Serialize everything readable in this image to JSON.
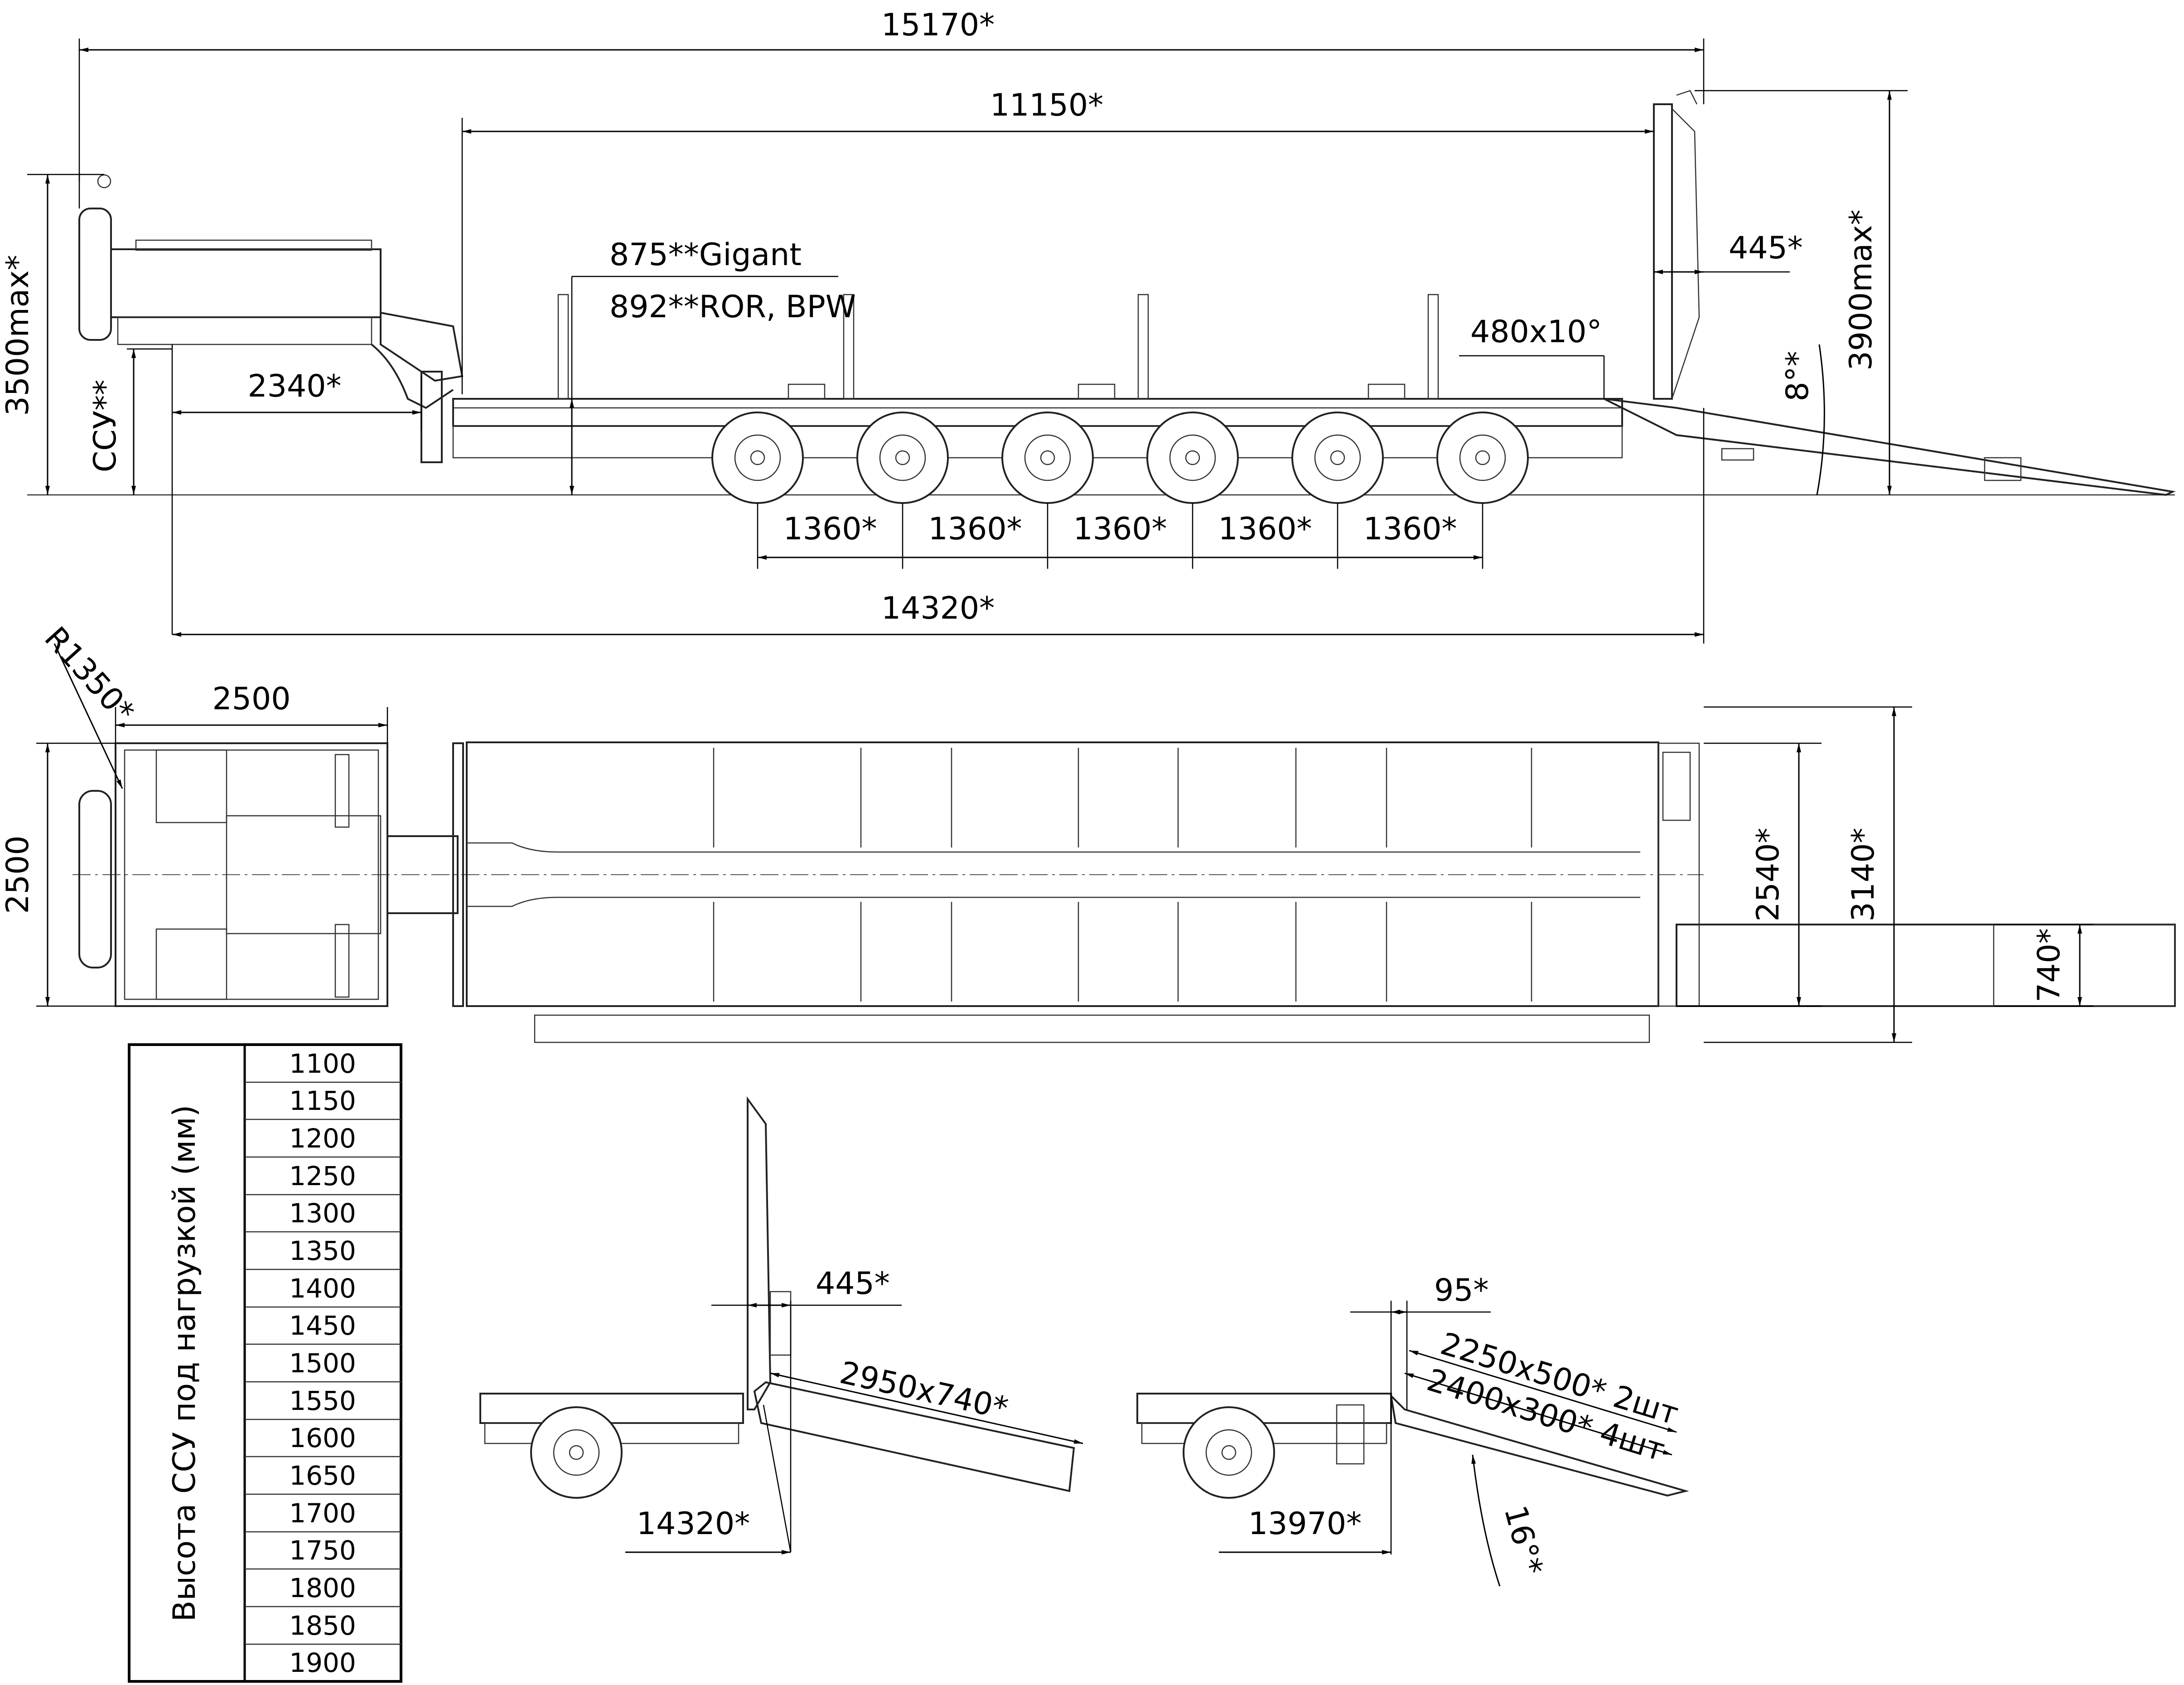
{
  "dimensions": {
    "side_view": {
      "overall_length": "15170*",
      "platform_length": "11150*",
      "kingpin_offset": "2340*",
      "max_height": "3500max*",
      "ssu_label": "ССУ**",
      "deck_height_gigant": "875**Gigant",
      "deck_height_ror": "892**ROR, BPW",
      "ramp_hinge": "445*",
      "ramp_offset": "480x10°",
      "ramp_angle": "8°*",
      "ramp_height_max": "3900max*",
      "axle_spacings": [
        "1360*",
        "1360*",
        "1360*",
        "1360*",
        "1360*"
      ],
      "kingpin_to_ramp": "14320*"
    },
    "top_view": {
      "front_radius": "R1350*",
      "gooseneck_width": "2500",
      "overall_width": "2500",
      "inner_width": "2540*",
      "width_with_ramps": "3140*",
      "ramp_width": "740*"
    },
    "ramp_view_1": {
      "hinge": "445*",
      "ramp_size": "2950x740*",
      "length": "14320*"
    },
    "ramp_view_2": {
      "offset": "95*",
      "ramp_size_a": "2250x500* 2шт",
      "ramp_size_b": "2400x300* 4шт",
      "length": "13970*",
      "angle": "16°*"
    }
  },
  "ssu_table": {
    "header": "Высота ССУ под нагрузкой (мм)",
    "values": [
      "1100",
      "1150",
      "1200",
      "1250",
      "1300",
      "1350",
      "1400",
      "1450",
      "1500",
      "1550",
      "1600",
      "1650",
      "1700",
      "1750",
      "1800",
      "1850",
      "1900"
    ]
  }
}
